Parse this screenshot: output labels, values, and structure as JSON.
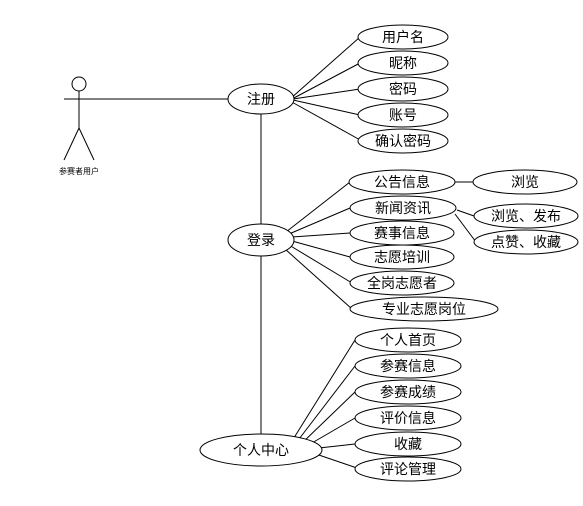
{
  "actor": {
    "label": "参赛者用户"
  },
  "usecases": {
    "register": "注册",
    "login": "登录",
    "center": "个人中心",
    "username": "用户名",
    "nickname": "昵称",
    "password": "密码",
    "account": "账号",
    "confirm_password": "确认密码",
    "notice": "公告信息",
    "browse": "浏览",
    "news": "新闻资讯",
    "browse_publish": "浏览、发布",
    "like_collect": "点赞、收藏",
    "event_info": "赛事信息",
    "volunteer_training": "志愿培训",
    "full_volunteer": "全岗志愿者",
    "pro_volunteer": "专业志愿岗位",
    "home": "个人首页",
    "entry_info": "参赛信息",
    "entry_result": "参赛成绩",
    "review_info": "评价信息",
    "favorites": "收藏",
    "comment_manage": "评论管理"
  }
}
